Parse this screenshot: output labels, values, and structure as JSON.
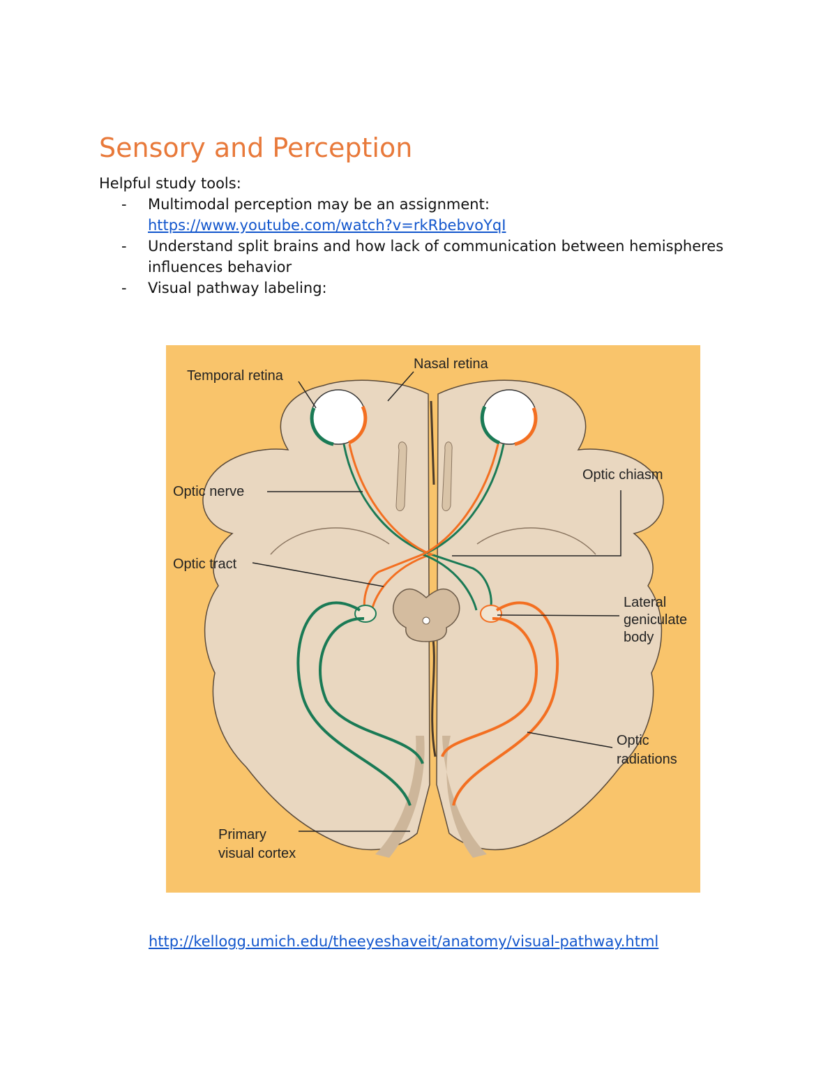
{
  "document": {
    "title": "Sensory and Perception",
    "intro": "Helpful study tools:",
    "items": [
      {
        "bullet": "-",
        "text": "Multimodal perception may be an assignment:",
        "link": "https://www.youtube.com/watch?v=rkRbebvoYqI"
      },
      {
        "bullet": "-",
        "text": "Understand split brains and how lack of communication between hemispheres influences behavior"
      },
      {
        "bullet": "-",
        "text": "Visual pathway labeling:"
      }
    ],
    "source_link": "http://kellogg.umich.edu/theeyeshaveit/anatomy/visual-pathway.html"
  },
  "diagram": {
    "labels": {
      "temporal_retina": "Temporal retina",
      "nasal_retina": "Nasal retina",
      "optic_nerve": "Optic nerve",
      "optic_chiasm": "Optic chiasm",
      "optic_tract": "Optic tract",
      "lateral_geniculate_1": "Lateral",
      "lateral_geniculate_2": "geniculate",
      "lateral_geniculate_3": "body",
      "optic_radiations_1": "Optic",
      "optic_radiations_2": "radiations",
      "primary_visual_cortex_1": "Primary",
      "primary_visual_cortex_2": "visual cortex"
    },
    "colors": {
      "background": "#f9c46b",
      "brain": "#e9d7c0",
      "brain_outline": "#5a4a3a",
      "left_pathway": "#1a7a55",
      "right_pathway": "#f36f21",
      "cortex_band": "#cdb69a",
      "leader_lines": "#222222"
    }
  }
}
